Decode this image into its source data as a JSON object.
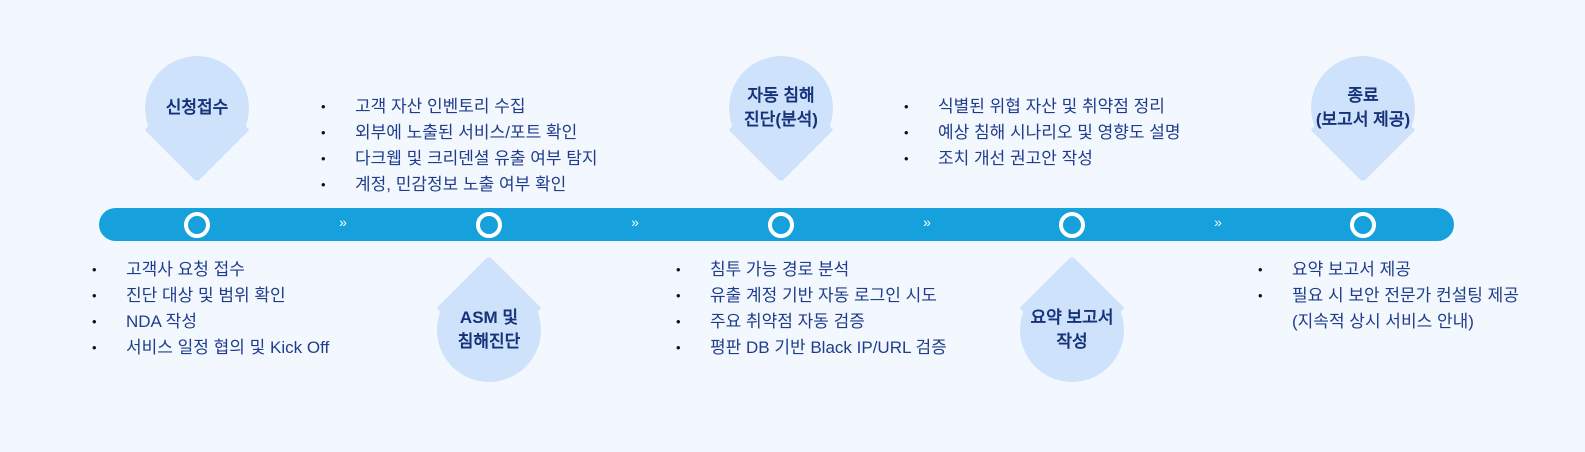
{
  "colors": {
    "bar": "#16a1dc",
    "drop": "#cfe2fc",
    "title": "#16337a",
    "text": "#1f3d8c",
    "background": "#f3f8ff"
  },
  "stages": [
    {
      "title": "신청접수",
      "items": [
        "고객사 요청 접수",
        "진단 대상 및 범위 확인",
        "NDA 작성",
        "서비스 일정 협의 및 Kick Off"
      ]
    },
    {
      "title": "ASM 및\n침해진단",
      "items": [
        "고객 자산 인벤토리 수집",
        "외부에 노출된 서비스/포트 확인",
        "다크웹 및 크리덴셜 유출 여부 탐지",
        "계정, 민감정보 노출 여부 확인"
      ]
    },
    {
      "title": "자동 침해\n진단(분석)",
      "items": [
        "침투 가능 경로 분석",
        "유출 계정 기반 자동 로그인 시도",
        "주요 취약점 자동 검증",
        "평판 DB 기반 Black IP/URL 검증"
      ]
    },
    {
      "title": "요약 보고서\n작성",
      "items": [
        "식별된 위협 자산 및 취약점 정리",
        "예상 침해 시나리오 및 영향도 설명",
        "조치 개선 권고안 작성"
      ]
    },
    {
      "title": "종료\n(보고서 제공)",
      "items": [
        "요약 보고서 제공",
        "필요 시 보안 전문가 컨설팅 제공\n(지속적 상시 서비스 안내)"
      ]
    }
  ],
  "chevron": "»"
}
